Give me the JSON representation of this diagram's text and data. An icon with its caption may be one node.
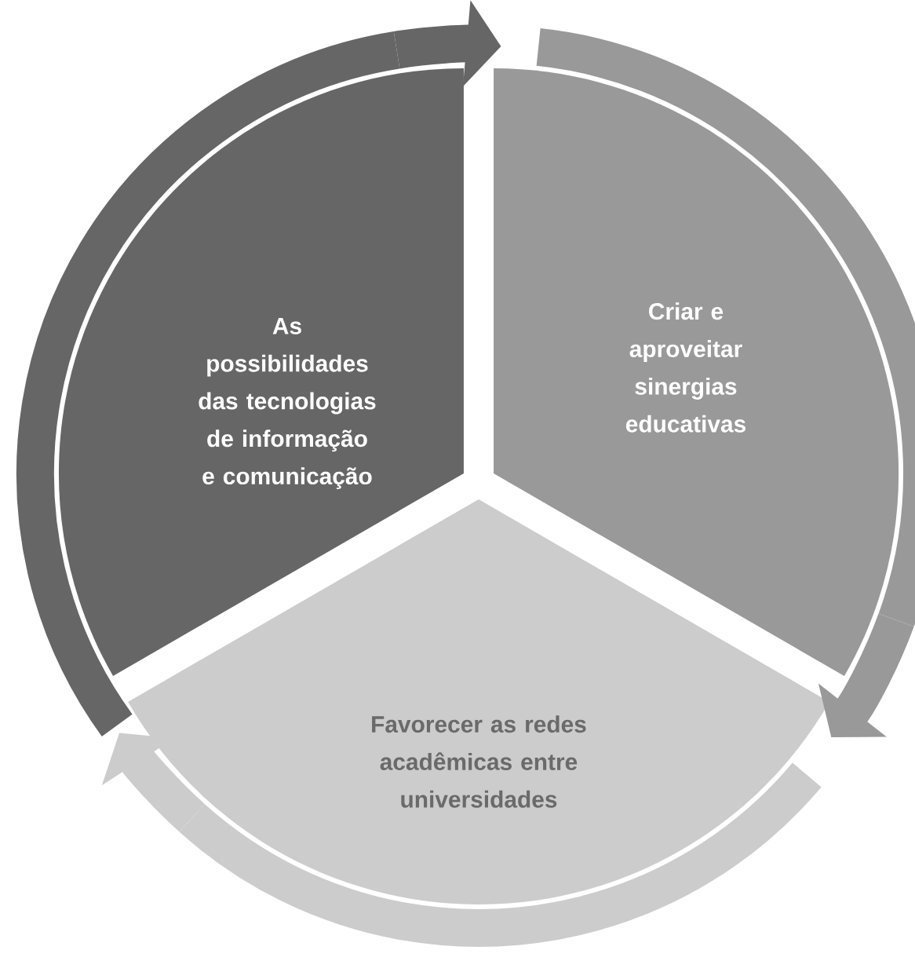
{
  "diagram": {
    "nodes": [
      {
        "text": [
          "As possibilidades das tecnologias de informação e comunicação"
        ]
      },
      {
        "text": [
          "Criar e aproveitar sinergias educativas"
        ]
      },
      {
        "text": [
          "Favorecer as redes acadêmicas entre universidades"
        ]
      }
    ],
    "edges": [
      {
        "from": 0,
        "to": 1,
        "arrow": "to",
        "color": "#666666"
      },
      {
        "from": 1,
        "to": 2,
        "arrow": "to",
        "color": "#999999"
      },
      {
        "from": 2,
        "to": 0,
        "arrow": "to",
        "color": "#cccccc"
      }
    ]
  }
}
